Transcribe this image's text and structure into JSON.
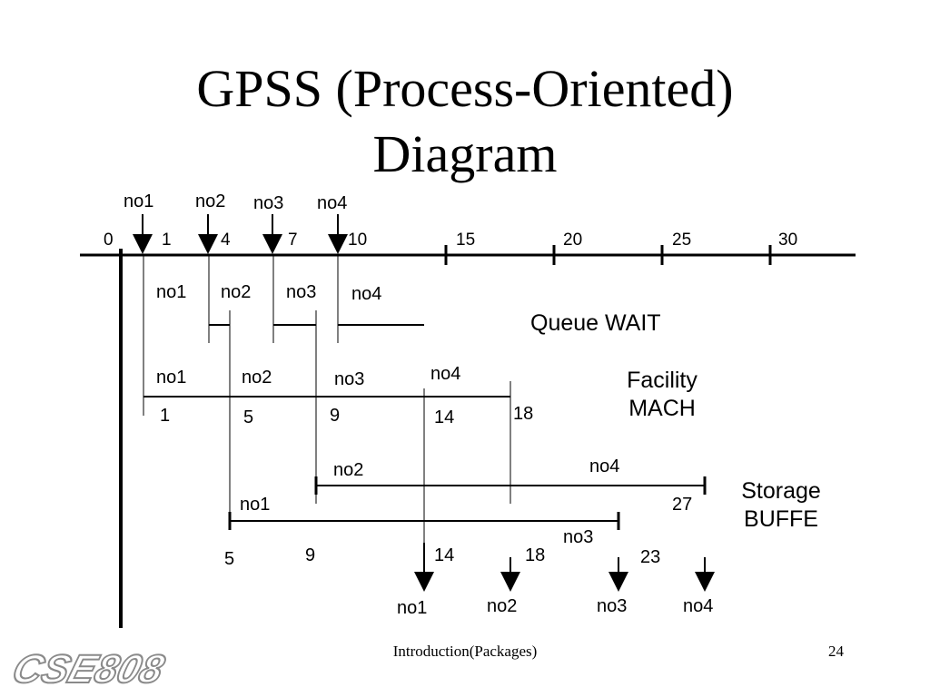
{
  "slide": {
    "title_line1": "GPSS (Process-Oriented)",
    "title_line2": "Diagram",
    "footer": "Introduction(Packages)",
    "page_number": "24",
    "logo_text": "CSE808"
  },
  "diagram": {
    "time_axis": {
      "origin_label": "0",
      "ticks": [
        "1",
        "4",
        "7",
        "10",
        "15",
        "20",
        "25",
        "30"
      ],
      "arrival_labels": [
        "no1",
        "no2",
        "no3",
        "no4"
      ]
    },
    "queue_wait": {
      "label": "Queue WAIT",
      "entries": [
        "no1",
        "no2",
        "no3",
        "no4"
      ]
    },
    "facility_mach": {
      "label_line1": "Facility",
      "label_line2": "MACH",
      "entries": [
        "no1",
        "no2",
        "no3",
        "no4"
      ],
      "times": [
        "1",
        "5",
        "9",
        "14",
        "18"
      ]
    },
    "storage_buffe": {
      "label_line1": "Storage",
      "label_line2": "BUFFE",
      "upper_entries": [
        "no2",
        "no4"
      ],
      "upper_end_time": "27",
      "lower_entries": [
        "no1",
        "no3"
      ],
      "times": [
        "5",
        "9",
        "14",
        "18",
        "23"
      ]
    },
    "departures": {
      "labels": [
        "no1",
        "no2",
        "no3",
        "no4"
      ]
    }
  }
}
